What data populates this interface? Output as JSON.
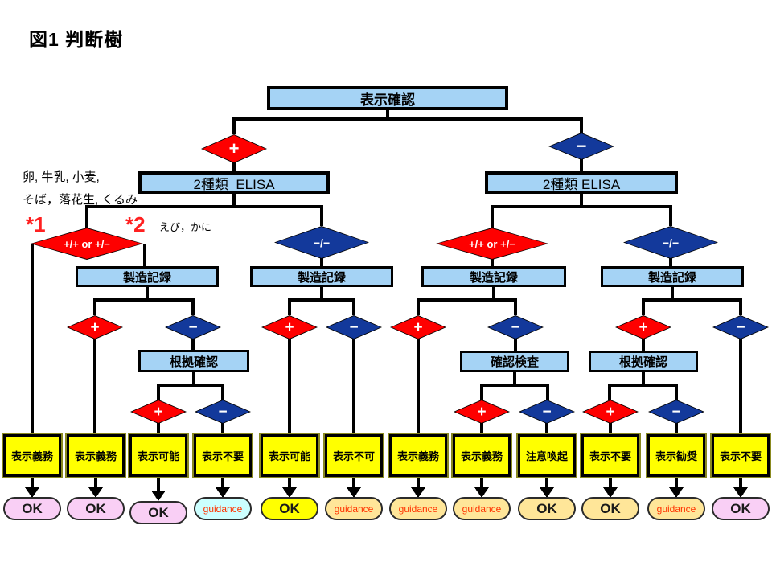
{
  "title": "図1  判断樹",
  "palette": {
    "red": "#fe0000",
    "navy": "#13399b",
    "light_blue": "#a5d3f5",
    "yellow": "#ffff00",
    "pink": "#f9cff5",
    "cyan": "#ccffff",
    "tan": "#ffe699",
    "line": "#000000",
    "guidance_text": "#ff3300",
    "star_red": "#ff2020"
  },
  "annotations": {
    "allergens_line1": "卵, 牛乳, 小麦,",
    "allergens_line2": "そば，落花生, くるみ",
    "star1": "*1",
    "star2": "*2",
    "shrimp_crab": "えび，かに"
  },
  "nodes": {
    "root": "表示確認",
    "elisa_left": "2種類  ELISA",
    "elisa_right": "2種類 ELISA",
    "record": "製造記録",
    "basis": "根拠確認",
    "inspection": "確認検査"
  },
  "decisions": {
    "plus": "+",
    "minus": "−",
    "double_positive": "+/+ or +/−",
    "double_negative": "−/−"
  },
  "outcomes": [
    "表示義務",
    "表示義務",
    "表示可能",
    "表示不要",
    "表示可能",
    "表示不可",
    "表示義務",
    "表示義務",
    "注意喚起",
    "表示不要",
    "表示勧奨",
    "表示不要"
  ],
  "results": [
    {
      "label": "OK",
      "bg": "#f9cff5",
      "fg": "#1a1a1a"
    },
    {
      "label": "OK",
      "bg": "#f9cff5",
      "fg": "#1a1a1a"
    },
    {
      "label": "OK",
      "bg": "#f9cff5",
      "fg": "#1a1a1a"
    },
    {
      "label": "guidance",
      "bg": "#ccffff",
      "fg": "#ff3300"
    },
    {
      "label": "OK",
      "bg": "#ffff00",
      "fg": "#1a1a1a"
    },
    {
      "label": "guidance",
      "bg": "#ffe699",
      "fg": "#ff3300"
    },
    {
      "label": "guidance",
      "bg": "#ffe699",
      "fg": "#ff3300"
    },
    {
      "label": "guidance",
      "bg": "#ffe699",
      "fg": "#ff3300"
    },
    {
      "label": "OK",
      "bg": "#ffe699",
      "fg": "#1a1a1a"
    },
    {
      "label": "OK",
      "bg": "#ffe699",
      "fg": "#1a1a1a"
    },
    {
      "label": "guidance",
      "bg": "#ffe699",
      "fg": "#ff3300"
    },
    {
      "label": "OK",
      "bg": "#f9cff5",
      "fg": "#1a1a1a"
    }
  ]
}
